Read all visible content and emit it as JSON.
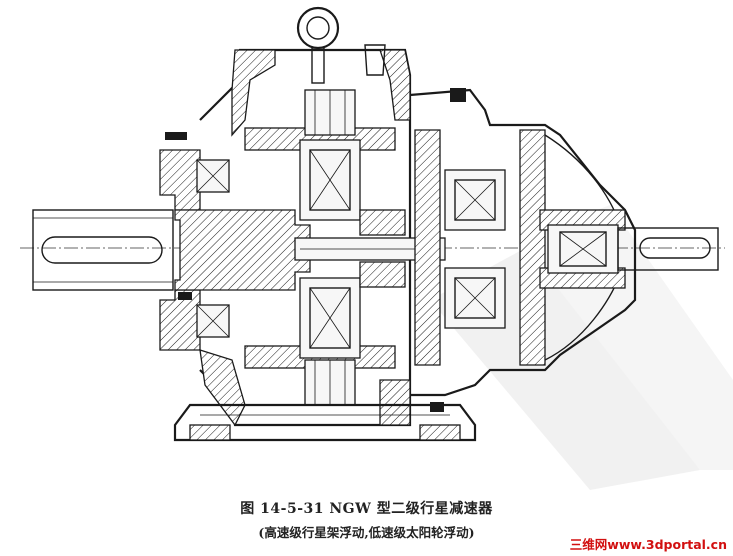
{
  "figure": {
    "caption_title": "图 14-5-31   NGW 型二级行星减速器",
    "caption_subtitle": "(高速级行星架浮动,低速级太阳轮浮动)"
  },
  "watermark": {
    "text": "三维网www.3dportal.cn",
    "color": "#d21010"
  },
  "colors": {
    "line": "#1a1a1a",
    "watermark_gray": "#d9d9d9"
  }
}
